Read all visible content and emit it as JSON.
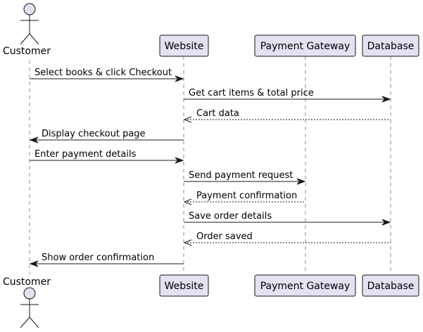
{
  "participants": [
    {
      "name": "Customer",
      "kind": "actor"
    },
    {
      "name": "Website",
      "kind": "participant"
    },
    {
      "name": "Payment Gateway",
      "kind": "participant"
    },
    {
      "name": "Database",
      "kind": "participant"
    }
  ],
  "messages": [
    {
      "from": 0,
      "to": 1,
      "label": "Select books & click Checkout",
      "reply": false
    },
    {
      "from": 1,
      "to": 3,
      "label": "Get cart items & total price",
      "reply": false
    },
    {
      "from": 3,
      "to": 1,
      "label": "Cart data",
      "reply": true
    },
    {
      "from": 1,
      "to": 0,
      "label": "Display checkout page",
      "reply": false
    },
    {
      "from": 0,
      "to": 1,
      "label": "Enter payment details",
      "reply": false
    },
    {
      "from": 1,
      "to": 2,
      "label": "Send payment request",
      "reply": false
    },
    {
      "from": 2,
      "to": 1,
      "label": "Payment confirmation",
      "reply": true
    },
    {
      "from": 1,
      "to": 3,
      "label": "Save order details",
      "reply": false
    },
    {
      "from": 3,
      "to": 1,
      "label": "Order saved",
      "reply": true
    },
    {
      "from": 1,
      "to": 0,
      "label": "Show order confirmation",
      "reply": false
    }
  ],
  "colors": {
    "participant_fill": "#E2E2F0",
    "stroke": "#181818"
  }
}
